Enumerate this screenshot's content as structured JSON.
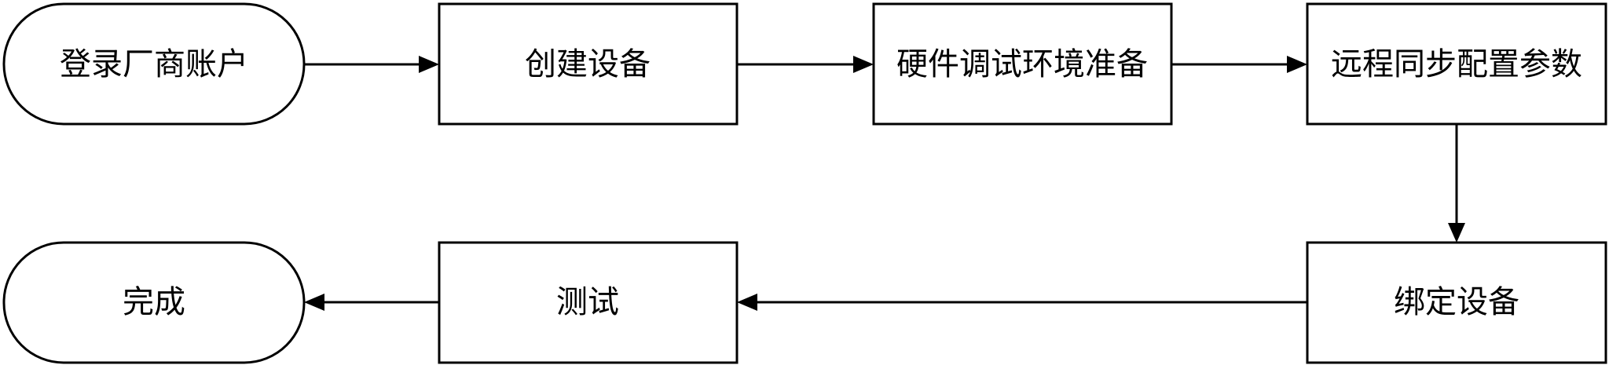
{
  "nodes": {
    "login": {
      "label": "登录厂商账户",
      "shape": "terminal"
    },
    "create": {
      "label": "创建设备",
      "shape": "process"
    },
    "hardware": {
      "label": "硬件调试环境准备",
      "shape": "process"
    },
    "remote": {
      "label": "远程同步配置参数",
      "shape": "process"
    },
    "bind": {
      "label": "绑定设备",
      "shape": "process"
    },
    "test": {
      "label": "测试",
      "shape": "process"
    },
    "done": {
      "label": "完成",
      "shape": "terminal"
    }
  },
  "edges": [
    {
      "from": "login",
      "to": "create"
    },
    {
      "from": "create",
      "to": "hardware"
    },
    {
      "from": "hardware",
      "to": "remote"
    },
    {
      "from": "remote",
      "to": "bind"
    },
    {
      "from": "bind",
      "to": "test"
    },
    {
      "from": "test",
      "to": "done"
    }
  ],
  "colors": {
    "stroke": "#000000",
    "fill": "#ffffff",
    "text": "#000000"
  }
}
